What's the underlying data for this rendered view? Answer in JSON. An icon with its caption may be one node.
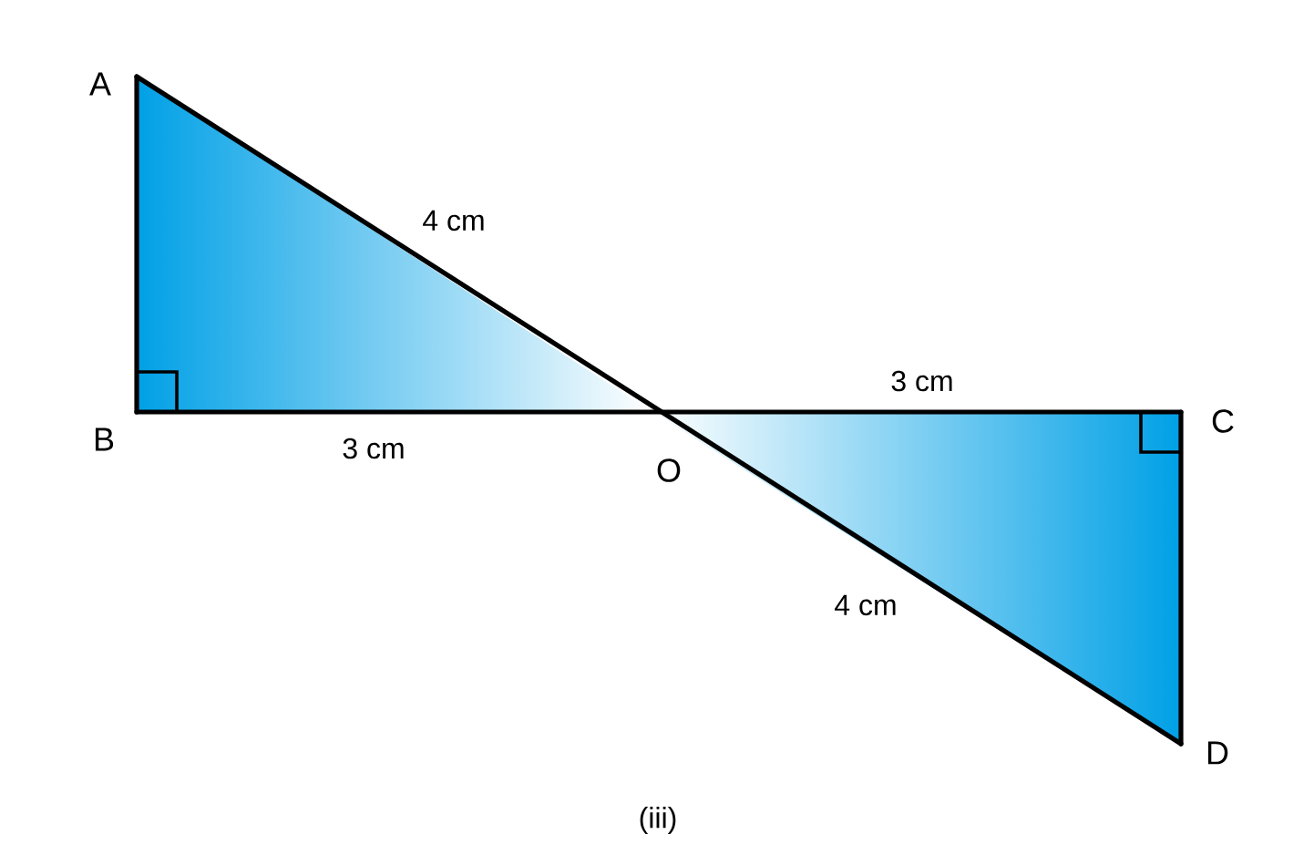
{
  "diagram": {
    "caption": "(iii)",
    "labels": [
      "A",
      "4 cm",
      "3 cm",
      "C",
      "B",
      "3 cm",
      "O",
      "4 cm",
      "D"
    ]
  }
}
